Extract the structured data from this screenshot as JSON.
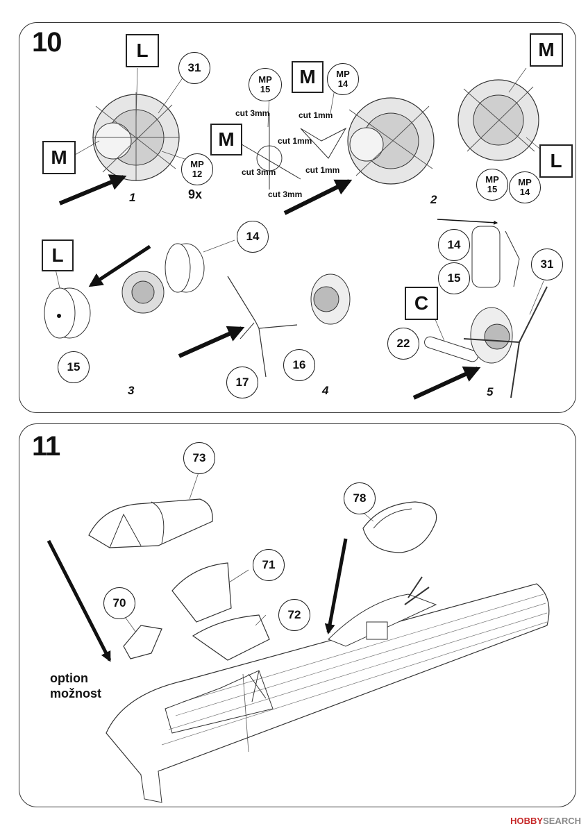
{
  "step10": {
    "number": "10",
    "sub1": {
      "index": "1",
      "callouts": [
        "L",
        "M"
      ],
      "parts": [
        "31"
      ],
      "mp": {
        "label": "MP",
        "num": "12"
      },
      "qty": "9x"
    },
    "sub2": {
      "index": "2",
      "callouts": [
        "M"
      ],
      "mp_left": {
        "label": "MP",
        "num": "15"
      },
      "mp_right": {
        "label": "MP",
        "num": "14"
      },
      "cuts": [
        "cut 3mm",
        "cut 3mm",
        "cut 3mm",
        "cut 1mm",
        "cut 1mm",
        "cut 1mm"
      ],
      "callout_mid": "M"
    },
    "sub2b": {
      "callouts": [
        "M",
        "L"
      ],
      "mp_left": {
        "label": "MP",
        "num": "15"
      },
      "mp_right": {
        "label": "MP",
        "num": "14"
      }
    },
    "sub3": {
      "index": "3",
      "callout": "L",
      "parts": [
        "14",
        "15"
      ]
    },
    "sub4": {
      "index": "4",
      "parts": [
        "17",
        "16"
      ]
    },
    "sub5": {
      "index": "5",
      "callout": "C",
      "parts": [
        "14",
        "15",
        "31",
        "22"
      ]
    }
  },
  "step11": {
    "number": "11",
    "parts": [
      "73",
      "78",
      "71",
      "70",
      "72"
    ],
    "option_en": "option",
    "option_cz": "možnost"
  },
  "watermark": {
    "brand": "HOBBY",
    "rest": "SEARCH"
  }
}
